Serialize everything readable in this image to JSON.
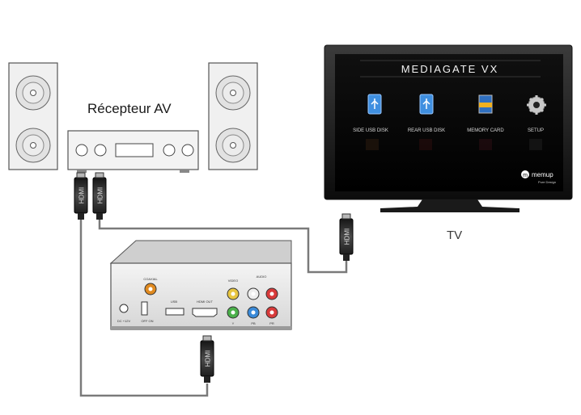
{
  "receiver": {
    "label": "Récepteur AV"
  },
  "tv": {
    "label": "TV",
    "screen_title": "MEDIAGATE VX",
    "menu_items": [
      {
        "label": "SIDE USB DISK",
        "icon": "usb-disk-icon"
      },
      {
        "label": "REAR USB DISK",
        "icon": "usb-disk-icon"
      },
      {
        "label": "MEMORY CARD",
        "icon": "memory-card-icon"
      },
      {
        "label": "SETUP",
        "icon": "gear-icon"
      }
    ],
    "brand": "memup",
    "brand_tagline": "Pure Design"
  },
  "cable_plug_label": "HDMI",
  "player_ports": {
    "coaxial": "COAXIAL",
    "usb": "USB",
    "hdmi_out": "HDMI OUT",
    "dc": "DC +12V",
    "power": "OFF  ON",
    "video": "VIDEO",
    "audio": "AUDIO",
    "y": "Y",
    "pb": "PB",
    "pr": "PR"
  }
}
